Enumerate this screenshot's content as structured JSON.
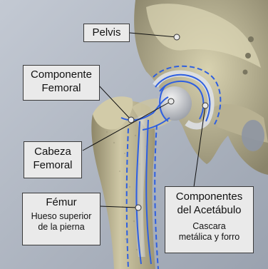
{
  "labels": {
    "pelvis": "Pelvis",
    "componente_femoral": [
      "Componente",
      "Femoral"
    ],
    "cabeza_femoral": [
      "Cabeza",
      "Femoral"
    ],
    "femur": {
      "title": "Fémur",
      "subtitle": [
        "Hueso superior",
        "de la pierna"
      ]
    },
    "componentes_acetabulo": {
      "title": [
        "Componentes",
        "del Acetábulo"
      ],
      "subtitle": [
        "Cascara",
        "metálica y forro"
      ]
    }
  },
  "colors": {
    "background": "#b5bcc8",
    "bone": "#c9c2a0",
    "bone_shadow": "#8d876a",
    "implant_outline": "#2e5fe0",
    "leader_line": "#111111",
    "label_box": "#eaeaea"
  }
}
